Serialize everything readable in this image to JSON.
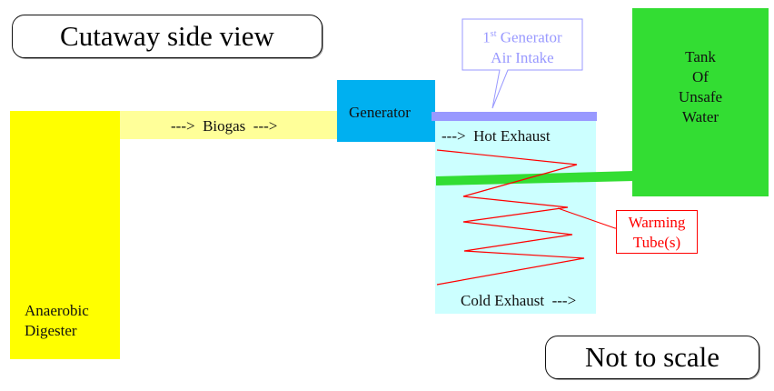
{
  "title": "Cutaway side view",
  "note": "Not to scale",
  "digester": {
    "line1": "Anaerobic",
    "line2": "Digester"
  },
  "pipe": {
    "label": "--->  Biogas  --->"
  },
  "generator": {
    "label": "Generator"
  },
  "intake": {
    "sup": "st",
    "line1_prefix": "1",
    "line1_rest": " Generator",
    "line2": "Air Intake"
  },
  "exhaust": {
    "hot_label": "--->  Hot Exhaust",
    "cold_label": "Cold Exhaust  --->"
  },
  "tank": {
    "line1": "Tank",
    "line2": "Of",
    "line3": "Unsafe",
    "line4": "Water"
  },
  "tubes": {
    "line1": "Warming",
    "line2": "Tube(s)"
  },
  "colors": {
    "digester": "#ffff00",
    "pipe": "#ffff99",
    "generator": "#00b0f0",
    "intake_bar": "#9999ff",
    "exhaust_box": "#ccffff",
    "tank": "#33dd33",
    "tube_line": "#ff0000",
    "intake_text": "#9999ff"
  }
}
